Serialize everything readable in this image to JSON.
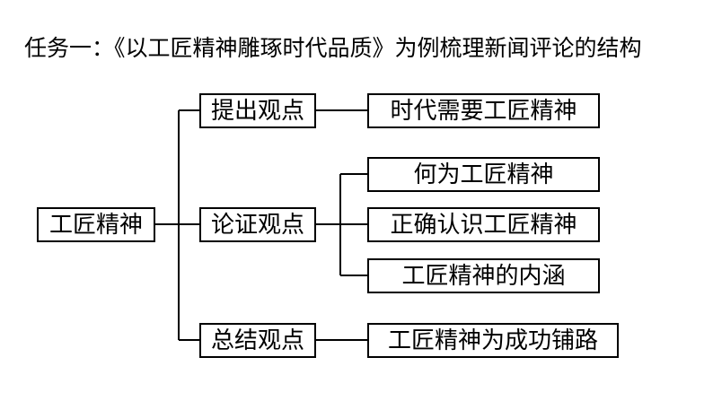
{
  "title": "任务一：《以工匠精神雕琢时代品质》为例梳理新闻评论的结构",
  "root": "工匠精神",
  "branches": [
    {
      "label": "提出观点",
      "children": [
        "时代需要工匠精神"
      ]
    },
    {
      "label": "论证观点",
      "children": [
        "何为工匠精神",
        "正确认识工匠精神",
        "工匠精神的内涵"
      ]
    },
    {
      "label": "总结观点",
      "children": [
        "工匠精神为成功铺路"
      ]
    }
  ]
}
